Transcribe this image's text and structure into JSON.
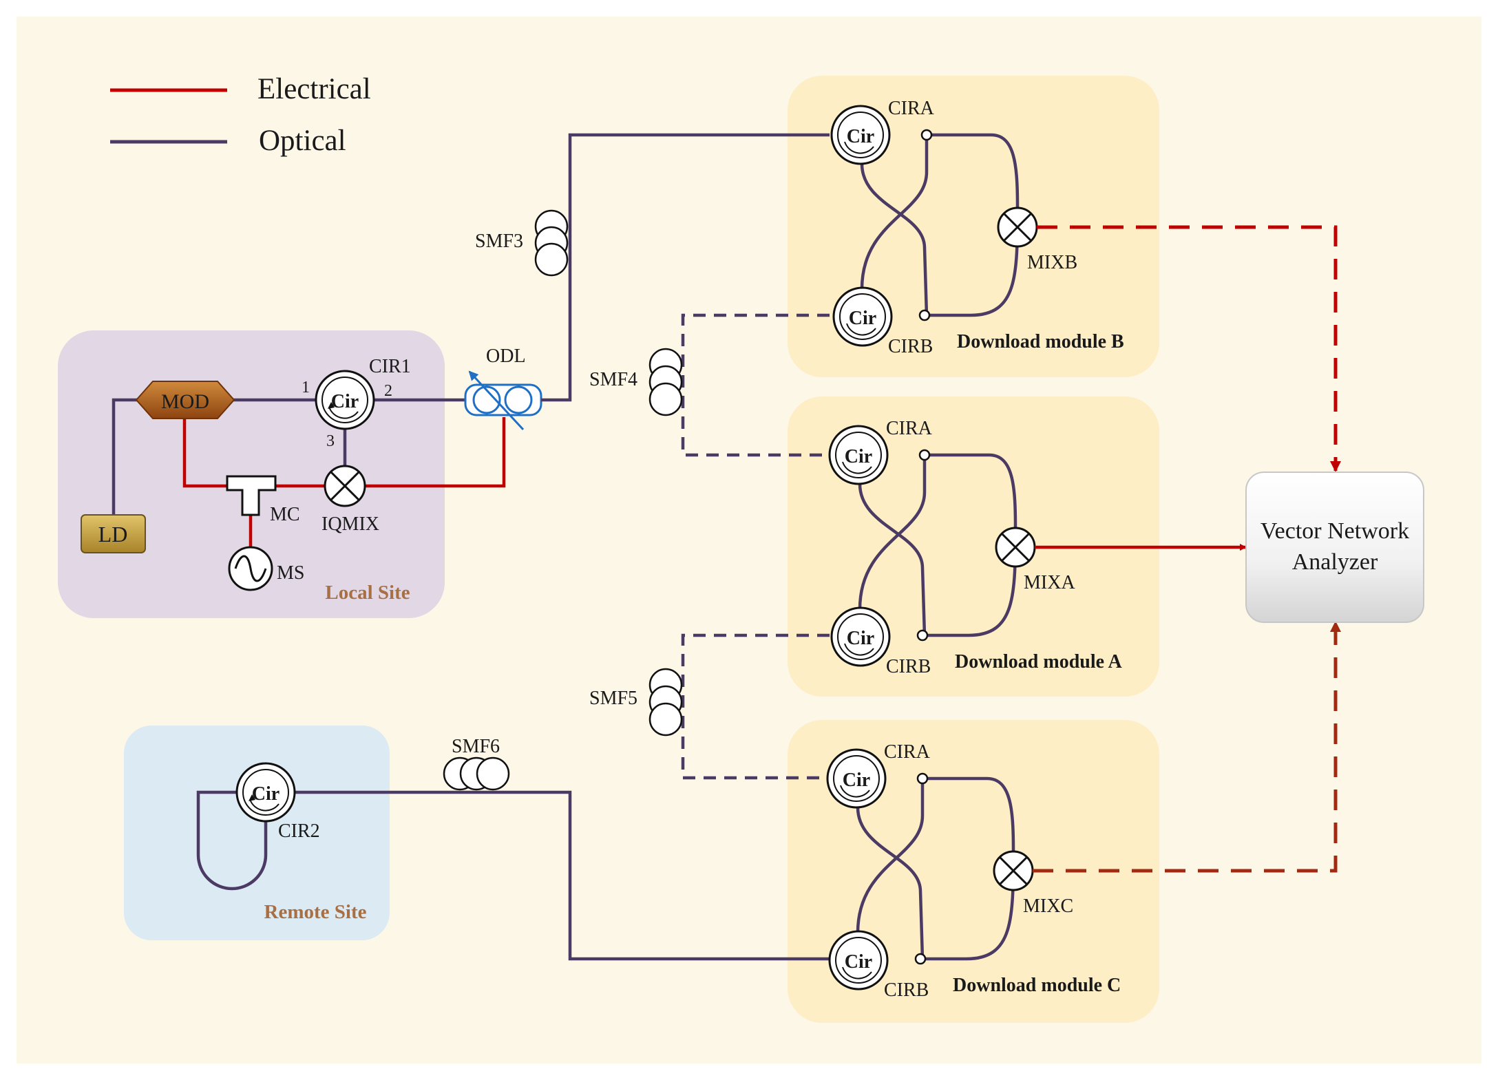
{
  "legend": {
    "electrical": "Electrical",
    "optical": "Optical"
  },
  "local_site": {
    "title": "Local Site",
    "mod": "MOD",
    "ld": "LD",
    "cir1": "CIR1",
    "cir": "Cir",
    "port1": "1",
    "port2": "2",
    "port3": "3",
    "mc": "MC",
    "iqmix": "IQMIX",
    "ms": "MS"
  },
  "odl": "ODL",
  "fibers": {
    "smf3": "SMF3",
    "smf4": "SMF4",
    "smf5": "SMF5",
    "smf6": "SMF6"
  },
  "remote_site": {
    "title": "Remote Site",
    "cir": "Cir",
    "cir2": "CIR2"
  },
  "modules": [
    {
      "key": "b",
      "title": "Download module B",
      "cira": "CIRA",
      "cirb": "CIRB",
      "mix": "MIXB",
      "cir": "Cir"
    },
    {
      "key": "a",
      "title": "Download module A",
      "cira": "CIRA",
      "cirb": "CIRB",
      "mix": "MIXA",
      "cir": "Cir"
    },
    {
      "key": "c",
      "title": "Download module C",
      "cira": "CIRA",
      "cirb": "CIRB",
      "mix": "MIXC",
      "cir": "Cir"
    }
  ],
  "vna": {
    "line1": "Vector Network",
    "line2": "Analyzer"
  },
  "colors": {
    "background": "#fdf7e8",
    "local_site": "#e2d7e5",
    "remote_site": "#dcebf3",
    "module": "#fdeec6",
    "optical": "#4b3a63",
    "electrical": "#c00000",
    "mod": "#b5621b",
    "ld": "#c9a33e",
    "odl": "#1f6fc4"
  }
}
